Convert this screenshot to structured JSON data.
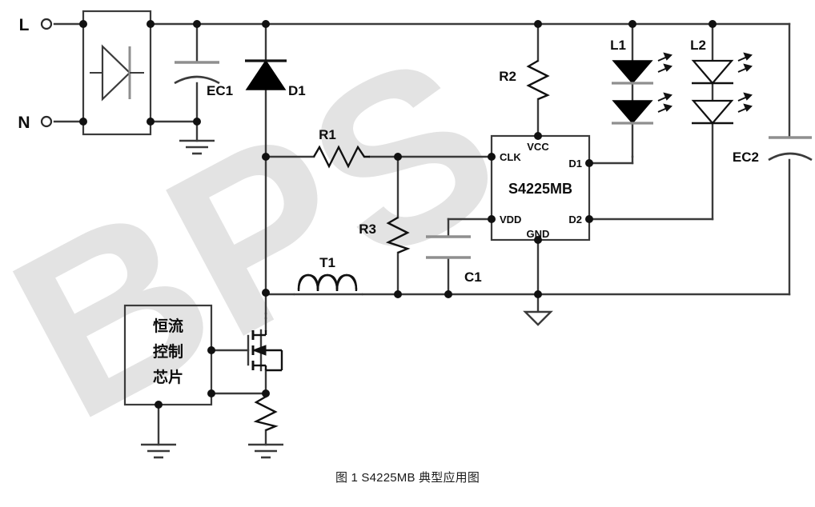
{
  "figure": {
    "caption": "图 1 S4225MB 典型应用图",
    "watermark": "BPS"
  },
  "ic": {
    "name": "S4225MB",
    "pins": {
      "vcc": "VCC",
      "clk": "CLK",
      "vdd": "VDD",
      "gnd": "GND",
      "d1": "D1",
      "d2": "D2"
    }
  },
  "terminals": {
    "line": "L",
    "neutral": "N"
  },
  "components": {
    "ec1": "EC1",
    "ec2": "EC2",
    "d1": "D1",
    "r1": "R1",
    "r2": "R2",
    "r3": "R3",
    "c1": "C1",
    "t1": "T1",
    "l1": "L1",
    "l2": "L2"
  },
  "blocks": {
    "driver_chip_line1": "恒流",
    "driver_chip_line2": "控制",
    "driver_chip_line3": "芯片"
  },
  "colors": {
    "wire": "#3b3b3b",
    "text": "#0d0d0d",
    "background": "#ffffff",
    "watermark": "#e3e3e3",
    "led_fill_l1": "#000000",
    "led_fill_l2": "#ffffff"
  }
}
